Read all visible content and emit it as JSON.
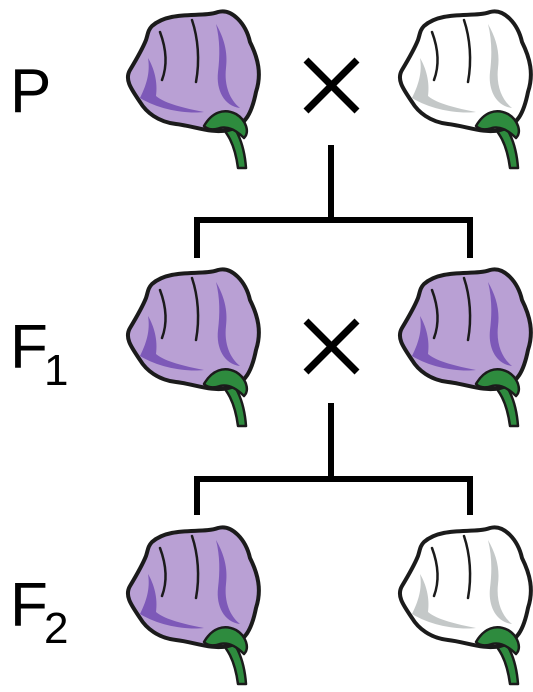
{
  "generations": [
    {
      "letter": "P",
      "subscript": ""
    },
    {
      "letter": "F",
      "subscript": "1"
    },
    {
      "letter": "F",
      "subscript": "2"
    }
  ],
  "cross_symbol": "×",
  "flower_colors": {
    "purple": {
      "fill": "#b9a0d4",
      "shade": "#7d59b8",
      "outline": "#1b1b1b"
    },
    "white": {
      "fill": "#ffffff",
      "shade": "#c4c8c8",
      "outline": "#1b1b1b"
    },
    "stem": "#2e8b3e"
  },
  "rows": [
    {
      "generation": "P",
      "left_flower": "purple",
      "right_flower": "white",
      "crossed": true
    },
    {
      "generation": "F1",
      "left_flower": "purple",
      "right_flower": "purple",
      "crossed": true
    },
    {
      "generation": "F2",
      "left_flower": "purple",
      "right_flower": "white",
      "crossed": false
    }
  ]
}
